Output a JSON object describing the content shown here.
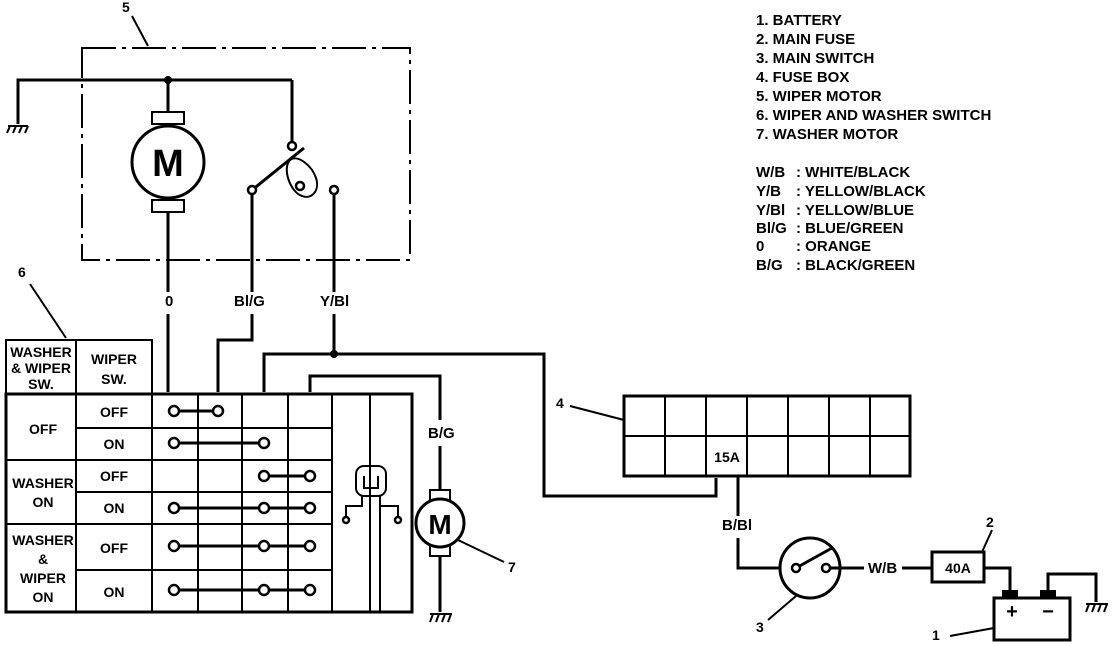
{
  "legend": {
    "items": [
      "1. BATTERY",
      "2. MAIN FUSE",
      "3. MAIN SWITCH",
      "4. FUSE BOX",
      "5. WIPER MOTOR",
      "6. WIPER AND WASHER SWITCH",
      "7. WASHER MOTOR"
    ],
    "wire_colors": [
      {
        "code": "W/B",
        "name": ": WHITE/BLACK"
      },
      {
        "code": "Y/B",
        "name": ": YELLOW/BLACK"
      },
      {
        "code": "Y/Bl",
        "name": ": YELLOW/BLUE"
      },
      {
        "code": "Bl/G",
        "name": ": BLUE/GREEN"
      },
      {
        "code": "0",
        "name": ": ORANGE"
      },
      {
        "code": "B/G",
        "name": ": BLACK/GREEN"
      }
    ]
  },
  "callouts": [
    "1",
    "2",
    "3",
    "4",
    "5",
    "6",
    "7"
  ],
  "wires": {
    "o": "0",
    "blg": "Bl/G",
    "ybl": "Y/Bl",
    "bg": "B/G",
    "bbl": "B/Bl",
    "wb": "W/B"
  },
  "motor_letter": "M",
  "fuse_box": {
    "fuse": "15A"
  },
  "main_fuse": "40A",
  "battery": {
    "plus": "+",
    "minus": "−"
  },
  "switch_table": {
    "col1_header": [
      "WASHER",
      "& WIPER",
      "SW."
    ],
    "col2_header": [
      "WIPER",
      "SW."
    ],
    "groups": [
      {
        "label": [
          "OFF"
        ],
        "rows": [
          "OFF",
          "ON"
        ]
      },
      {
        "label": [
          "WASHER",
          "ON"
        ],
        "rows": [
          "OFF",
          "ON"
        ]
      },
      {
        "label": [
          "WASHER",
          "&",
          "WIPER",
          "ON"
        ],
        "rows": [
          "OFF",
          "ON"
        ]
      }
    ]
  }
}
